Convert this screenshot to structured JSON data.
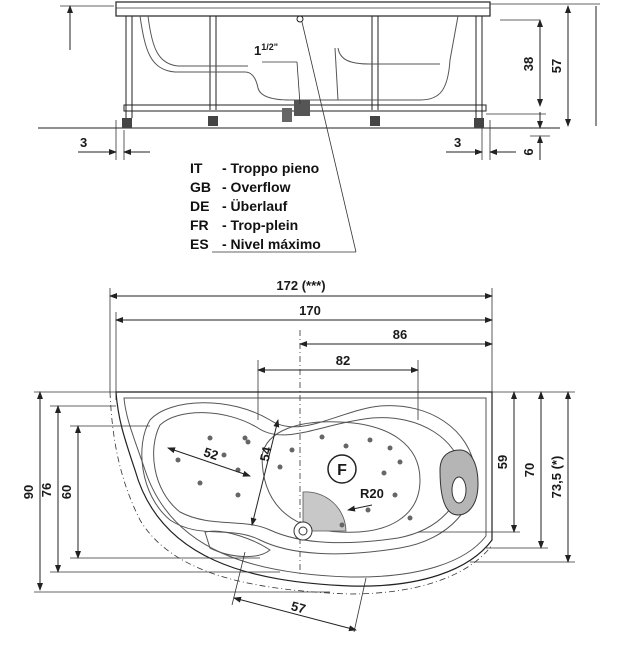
{
  "side_view": {
    "pipe_size": "1",
    "pipe_size_fraction": "1/2\"",
    "dims": {
      "height_overflow": "38",
      "height_total": "57",
      "gap_left": "3",
      "gap_right": "3",
      "foot_height": "6"
    }
  },
  "legend": [
    {
      "code": "IT",
      "text": "- Troppo pieno"
    },
    {
      "code": "GB",
      "text": "- Overflow"
    },
    {
      "code": "DE",
      "text": "- Überlauf"
    },
    {
      "code": "FR",
      "text": "- Trop-plein"
    },
    {
      "code": "ES",
      "text": "- Nivel máximo"
    }
  ],
  "top_view": {
    "dims": {
      "overall_width": "172 (***)",
      "width": "170",
      "drain_offset": "86",
      "inner_width": "82",
      "basin_depth": "52",
      "basin_length": "54",
      "drain_radius": "R20",
      "drain_label": "F",
      "height_90": "90",
      "height_76": "76",
      "height_60": "60",
      "height_59": "59",
      "height_70": "70",
      "height_735": "73,5 (*)",
      "bottom_57": "57"
    },
    "accent_color": "#c8c8c8"
  }
}
